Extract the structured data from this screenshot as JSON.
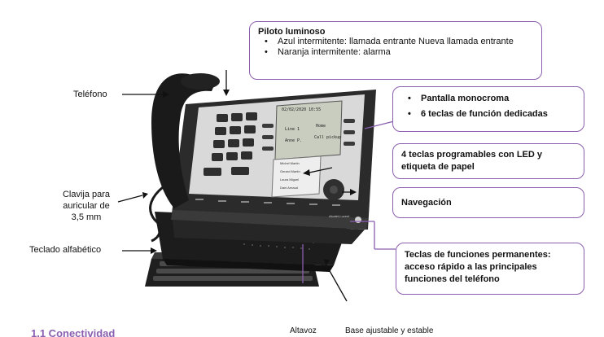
{
  "callouts": {
    "led": {
      "title": "Piloto luminoso",
      "items": [
        "Azul intermitente: llamada entrante Nueva llamada entrante",
        "Naranja intermitente: alarma"
      ]
    },
    "display": {
      "items": [
        "Pantalla monocroma",
        "6 teclas de función dedicadas"
      ]
    },
    "prog_keys": {
      "text": "4 teclas programables con LED y etiqueta de papel"
    },
    "navigation": {
      "text": "Navegación"
    },
    "perm_keys": {
      "text": "Teclas de funciones permanentes: acceso rápido a las principales funciones del teléfono"
    }
  },
  "labels": {
    "phone": "Teléfono",
    "jack": "Clavija para auricular de 3,5 mm",
    "keyboard": "Teclado alfabético",
    "speaker": "Altavoz",
    "stand": "Base ajustable y estable",
    "section_heading": "1.1 Conectividad"
  },
  "screen": {
    "top": "02/02/2020  10:55",
    "line_a": "Line 1",
    "line_b": "Anne P.",
    "right_a": "Home",
    "right_b": "Call pickup"
  },
  "prog_key_labels": [
    "Michel Martin",
    "Gerard Martin",
    "Laura Miguel",
    "Dani Arnaud"
  ],
  "brand": "Alcatel-Lucent",
  "colors": {
    "accent": "#8a5fb0",
    "phone_body": "#2b2b2b",
    "phone_face": "#d9d9d9"
  }
}
